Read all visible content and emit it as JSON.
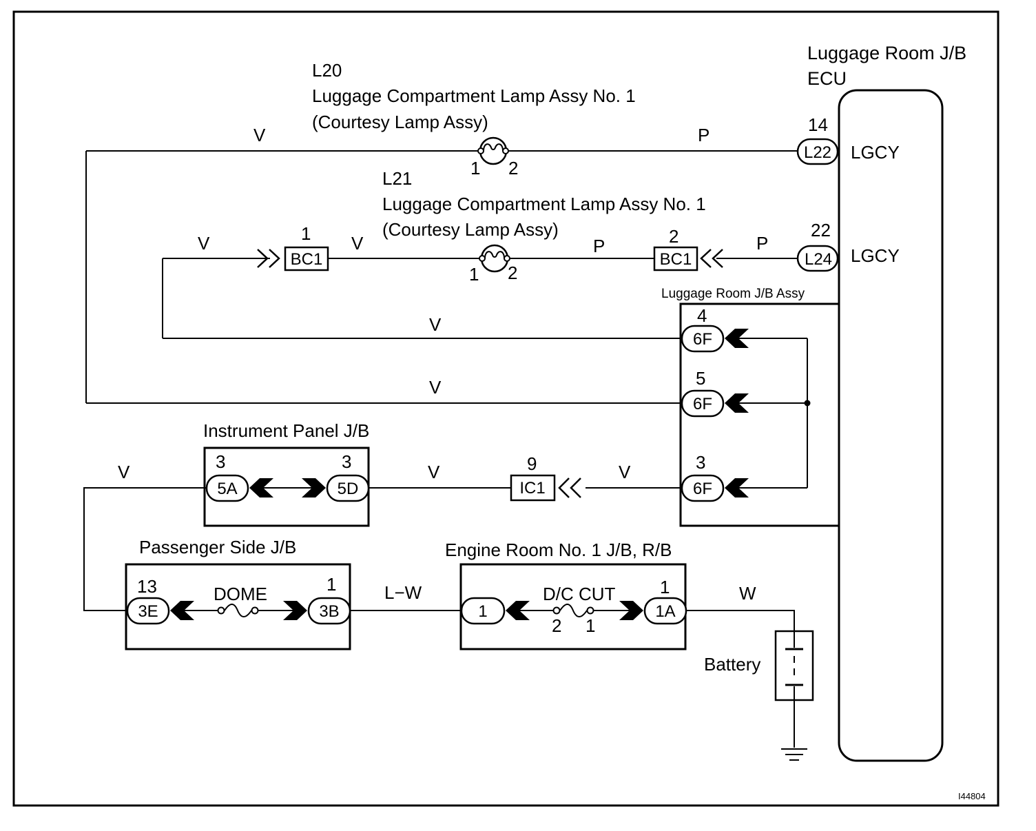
{
  "figure_id": "I44804",
  "ecu": {
    "title_line1": "Luggage Room J/B",
    "title_line2": "ECU",
    "pin_top_num": "14",
    "pin_top_conn": "L22",
    "pin_top_signal": "LGCY",
    "pin_mid_num": "22",
    "pin_mid_conn": "L24",
    "pin_mid_signal": "LGCY"
  },
  "lamp_l20": {
    "code": "L20",
    "name": "Luggage Compartment Lamp Assy No. 1",
    "alt": "(Courtesy Lamp Assy)",
    "pin1": "1",
    "pin2": "2"
  },
  "lamp_l21": {
    "code": "L21",
    "name": "Luggage Compartment Lamp Assy No. 1",
    "alt": "(Courtesy Lamp Assy)",
    "pin1": "1",
    "pin2": "2"
  },
  "bc1_left": {
    "pin": "1",
    "label": "BC1"
  },
  "bc1_right": {
    "pin": "2",
    "label": "BC1"
  },
  "luggage_jb_assy": {
    "title": "Luggage Room J/B Assy",
    "pin_a_num": "4",
    "pin_a_conn": "6F",
    "pin_b_num": "5",
    "pin_b_conn": "6F",
    "pin_c_num": "3",
    "pin_c_conn": "6F"
  },
  "ic1": {
    "pin": "9",
    "label": "IC1"
  },
  "instrument_panel_jb": {
    "title": "Instrument Panel J/B",
    "left_num": "3",
    "left_conn": "5A",
    "right_num": "3",
    "right_conn": "5D"
  },
  "passenger_jb": {
    "title": "Passenger Side J/B",
    "left_num": "13",
    "left_conn": "3E",
    "fuse": "DOME",
    "right_num": "1",
    "right_conn": "3B"
  },
  "engine_room_jb": {
    "title": "Engine Room No. 1 J/B, R/B",
    "left_conn": "1",
    "fuse": "D/C CUT",
    "fuse_pin2": "2",
    "fuse_pin1": "1",
    "right_num": "1",
    "right_conn": "1A"
  },
  "battery": {
    "label": "Battery"
  },
  "wires": {
    "top_left": "V",
    "top_right": "P",
    "mid_left": "V",
    "mid_bc1": "V",
    "mid_p1": "P",
    "mid_p2": "P",
    "row4f": "V",
    "row5f": "V",
    "ip_left": "V",
    "ip_mid": "V",
    "ic1_right": "V",
    "lw": "L−W",
    "batt": "W"
  }
}
